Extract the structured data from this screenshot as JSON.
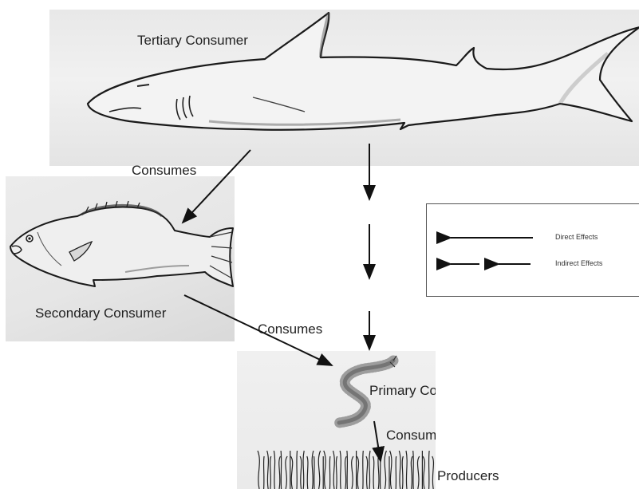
{
  "labels": {
    "tertiary": "Tertiary Consumer",
    "secondary": "Secondary Consumer",
    "primary": "Primary Consumer",
    "producers": "Producers",
    "consumes_1": "Consumes",
    "consumes_2": "Consumes",
    "consumes_3": "Consumes"
  },
  "legend": {
    "direct": "Direct Effects",
    "indirect": "Indirect Effects"
  },
  "colors": {
    "ink": "#111111",
    "panel": "#e8e8e8"
  },
  "icons": {
    "shark": "shark-sketch",
    "fish": "grouper-sketch",
    "worm": "worm-sketch",
    "grass": "seagrass-sketch"
  }
}
